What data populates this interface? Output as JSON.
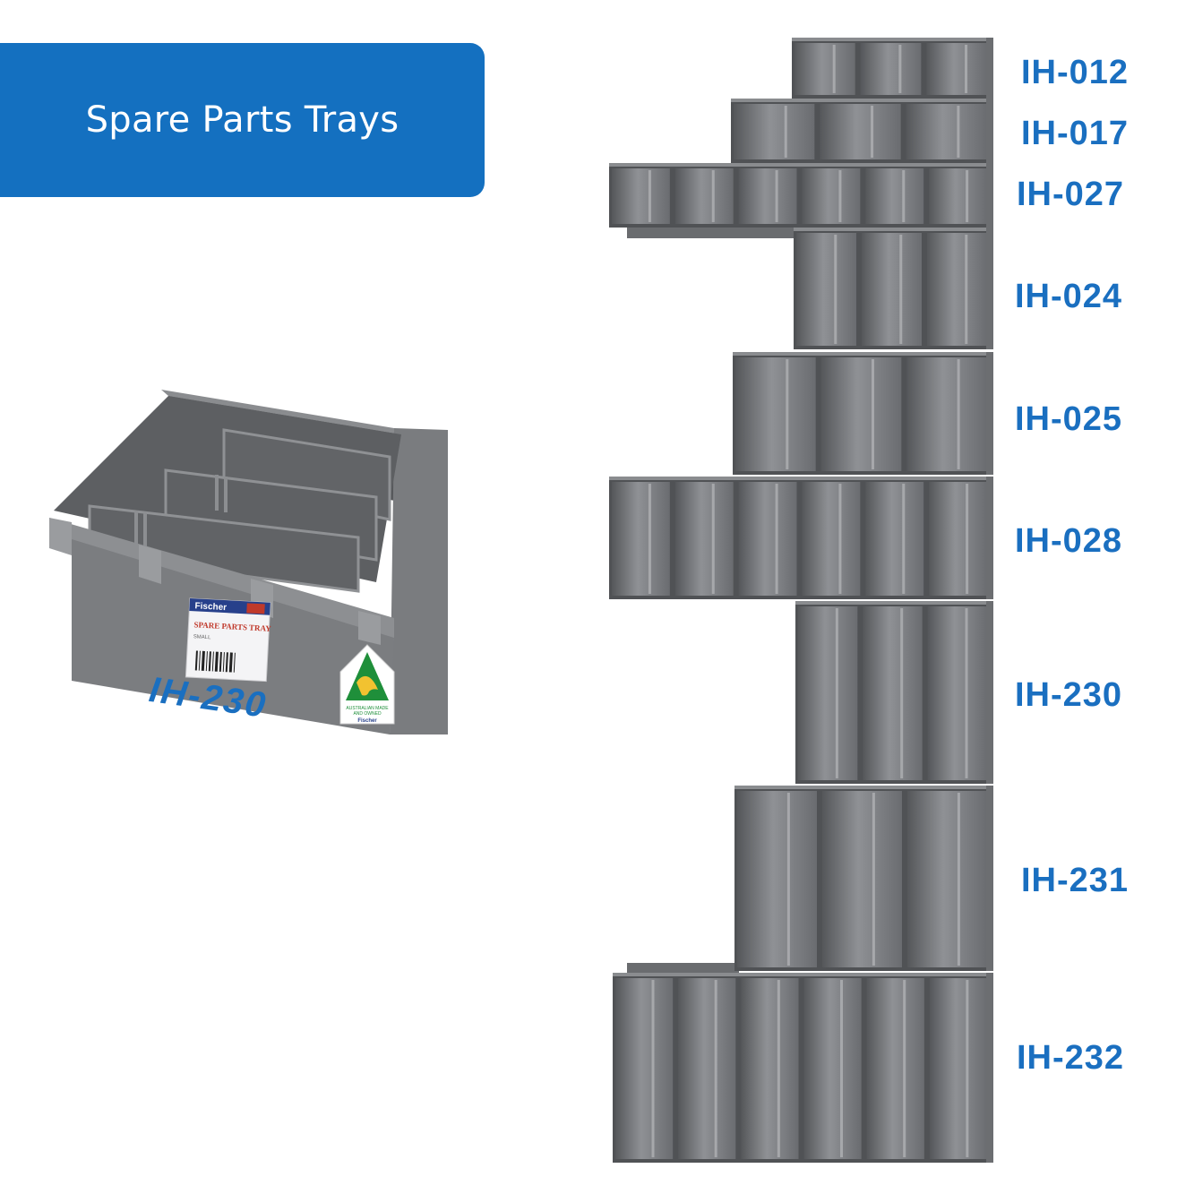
{
  "banner": {
    "title": "Spare Parts Trays"
  },
  "featured": {
    "code": "IH-230",
    "label": {
      "brand": "Fischer",
      "product": "SPARE PARTS TRAY",
      "size": "SMALL"
    },
    "badge": {
      "line1": "AUSTRALIAN MADE",
      "line2": "AND OWNED",
      "brand": "Fischer"
    }
  },
  "tray_codes": [
    "IH-012",
    "IH-017",
    "IH-027",
    "IH-024",
    "IH-025",
    "IH-028",
    "IH-230",
    "IH-231",
    "IH-232"
  ],
  "colors": {
    "accent": "#1470c0",
    "tray": "#6f7174",
    "tray_dark": "#4e5053"
  }
}
